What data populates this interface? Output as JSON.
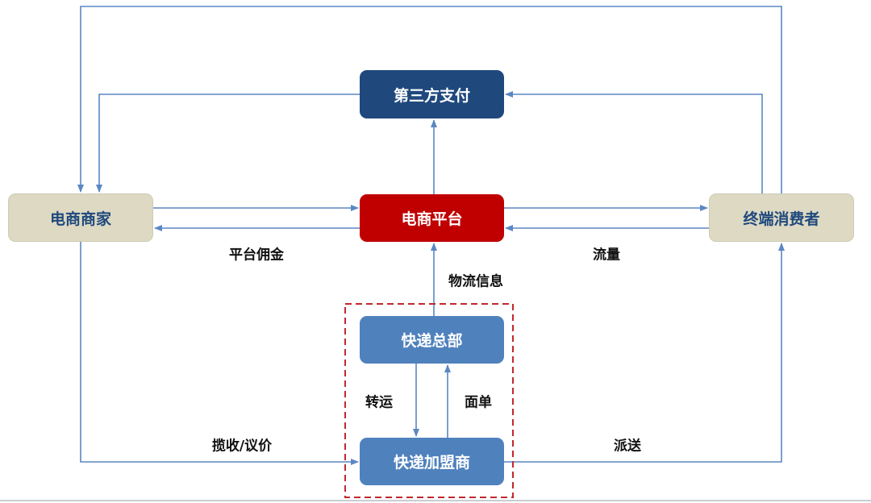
{
  "nodes": {
    "payment": "第三方支付",
    "merchant": "电商商家",
    "platform": "电商平台",
    "consumer": "终端消费者",
    "hq": "快递总部",
    "franchise": "快递加盟商"
  },
  "labels": {
    "commission": "平台佣金",
    "traffic": "流量",
    "logistics_info": "物流信息",
    "transfer": "转运",
    "waybill": "面单",
    "pickup": "揽收/议价",
    "delivery": "派送"
  },
  "colors": {
    "line": "#5b87c3",
    "payment": "#1f497d",
    "platform": "#c00000",
    "merchant_bg": "#ddd9c3",
    "express": "#4f81bd",
    "dash": "#c0282d"
  }
}
